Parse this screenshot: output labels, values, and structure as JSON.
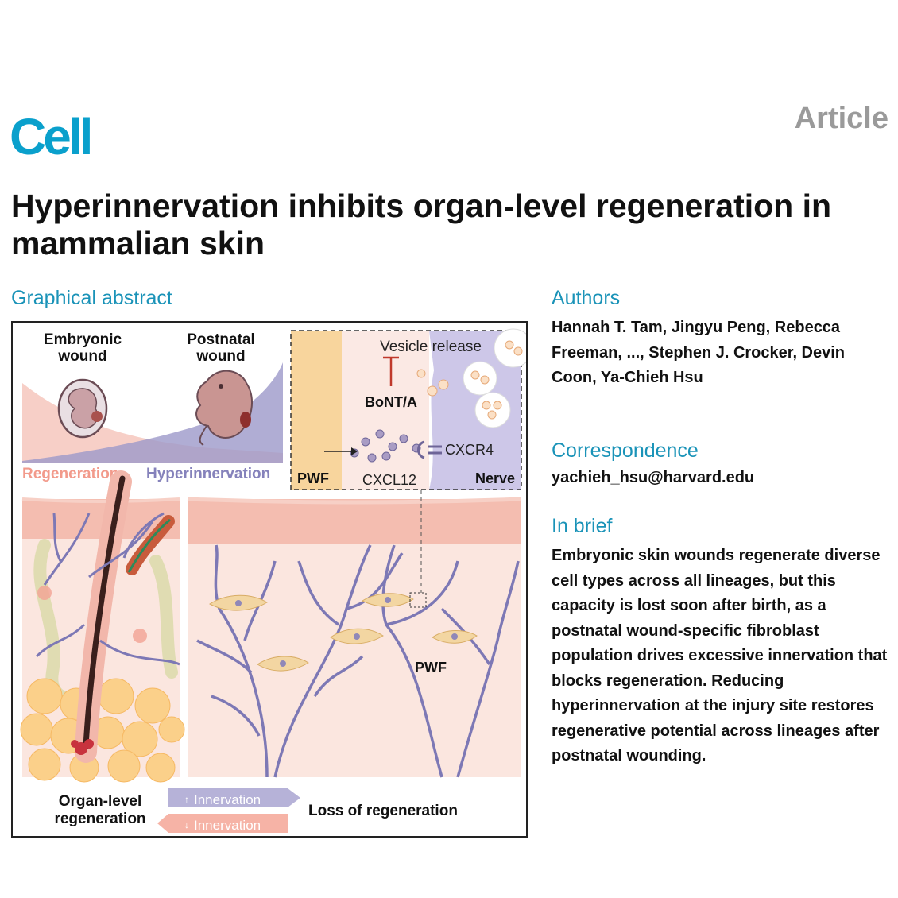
{
  "header": {
    "journal": "Cell",
    "article_type": "Article",
    "title": "Hyperinnervation inhibits organ-level regeneration in mammalian skin"
  },
  "graphical_abstract": {
    "heading": "Graphical abstract",
    "embryonic_wound_l1": "Embryonic",
    "embryonic_wound_l2": "wound",
    "postnatal_wound_l1": "Postnatal",
    "postnatal_wound_l2": "wound",
    "regeneration": "Regeneration",
    "hyperinnervation": "Hyperinnervation",
    "vesicle_release": "Vesicle release",
    "bont_a": "BoNT/A",
    "cxcr4": "CXCR4",
    "cxcl12": "CXCL12",
    "pwf": "PWF",
    "nerve": "Nerve",
    "pwf_skin": "PWF",
    "organ_level_l1": "Organ-level",
    "organ_level_l2": "regeneration",
    "innervation_up": "Innervation",
    "innervation_down": "Innervation",
    "loss_of_regeneration": "Loss of regeneration",
    "colors": {
      "regeneration": "#f2a394",
      "hyperinnervation": "#8a86bf",
      "nerve": "#7d78b5",
      "fibroblast": "#f3d6a2",
      "fat": "#fbd08a"
    }
  },
  "authors": {
    "heading": "Authors",
    "text": "Hannah T. Tam, Jingyu Peng, Rebecca Freeman, ..., Stephen J. Crocker, Devin Coon, Ya-Chieh Hsu"
  },
  "correspondence": {
    "heading": "Correspondence",
    "email": "yachieh_hsu@harvard.edu"
  },
  "in_brief": {
    "heading": "In brief",
    "text": "Embryonic skin wounds regenerate diverse cell types across all lineages, but this capacity is lost soon after birth, as a postnatal wound-specific fibroblast population drives excessive innervation that blocks regeneration. Reducing hyperinnervation at the injury site restores regenerative potential across lineages after postnatal wounding."
  }
}
